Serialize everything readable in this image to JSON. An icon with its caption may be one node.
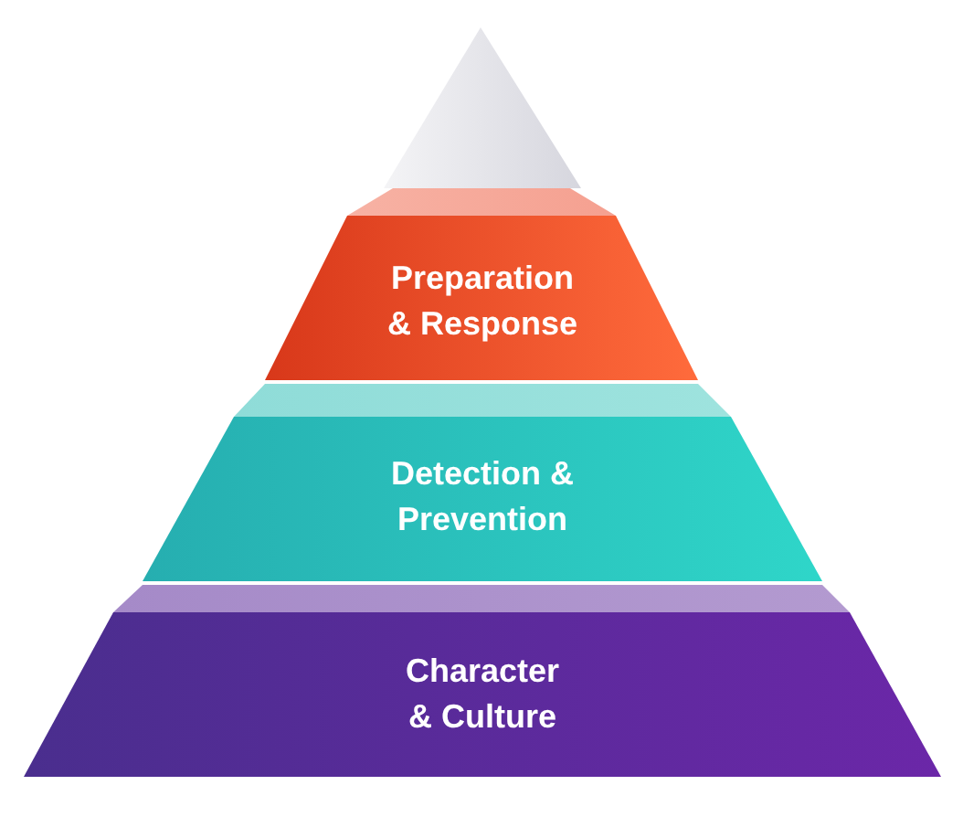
{
  "diagram": {
    "nodes": [
      {
        "text": [],
        "shape": "triangle"
      },
      {
        "text": [
          "Preparation & Response"
        ]
      },
      {
        "text": [
          "Detection & Prevention"
        ]
      },
      {
        "text": [
          "Character & Culture"
        ]
      }
    ]
  }
}
